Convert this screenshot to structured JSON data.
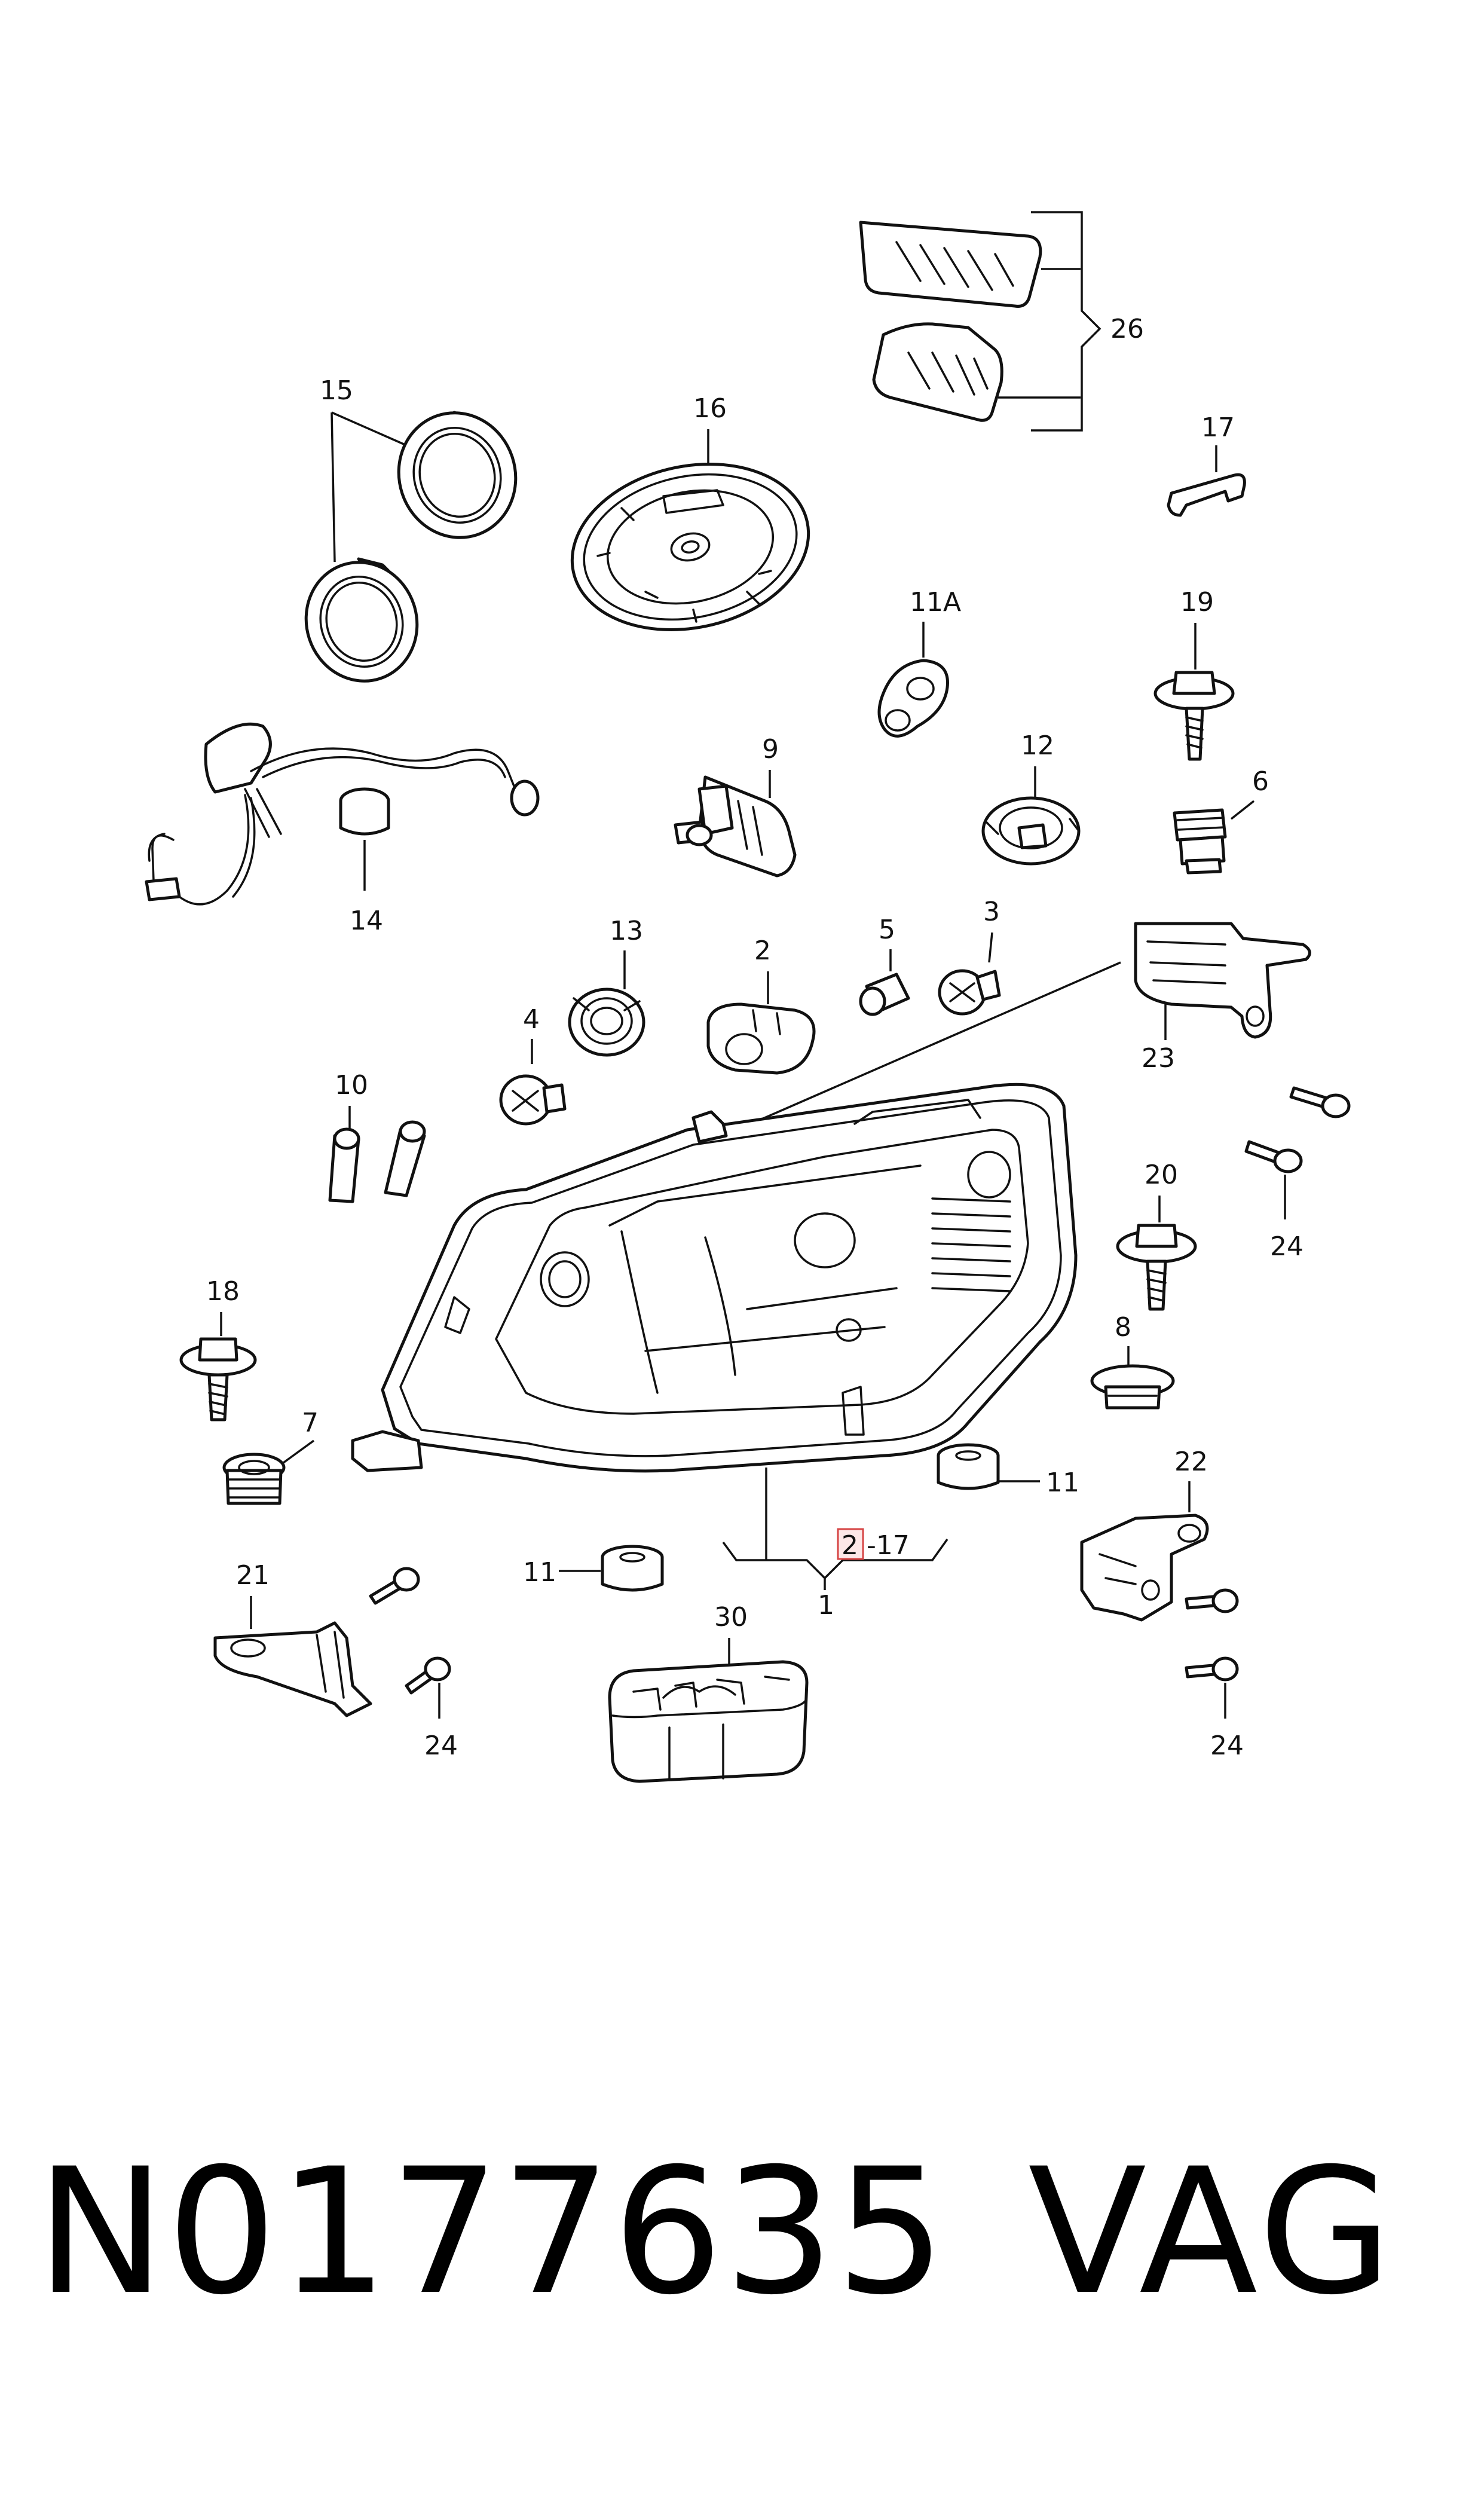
{
  "callouts": {
    "c26": "26",
    "c17": "17",
    "c15": "15",
    "c16": "16",
    "c11A": "11A",
    "c19": "19",
    "c9": "9",
    "c12": "12",
    "c6": "6",
    "c14": "14",
    "c13": "13",
    "c2": "2",
    "c5": "5",
    "c3": "3",
    "c23": "23",
    "c4": "4",
    "c10": "10",
    "c20": "20",
    "c24a": "24",
    "c18": "18",
    "c8": "8",
    "c7": "7",
    "c22": "22",
    "c11a": "11",
    "c11b": "11",
    "range_start": "2",
    "range_end": "-17",
    "c1": "1",
    "c21": "21",
    "c30": "30",
    "c24b": "24",
    "c24c": "24"
  },
  "footer": {
    "part_number": "N0177635",
    "brand": "VAG"
  },
  "colors": {
    "ink": "#111111",
    "highlight_box": "#d64545",
    "highlight_fill": "#fde7e7"
  }
}
